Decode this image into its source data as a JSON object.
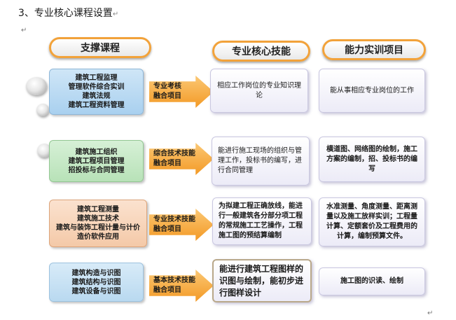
{
  "heading": "3、专业核心课程设置",
  "para_mark": "↵",
  "headers": {
    "support": "支撑课程",
    "skills": "专业核心技能",
    "projects": "能力实训项目"
  },
  "rows": [
    {
      "courses": [
        "建筑工程监理",
        "管理软件综合实训",
        "建筑法规",
        "建筑工程资料管理"
      ],
      "arrow": [
        "专业考核",
        "融合项目"
      ],
      "skill": "相应工作岗位的专业知识理论",
      "project": "能从事相应专业岗位的工作"
    },
    {
      "courses": [
        "建筑施工组织",
        "建筑工程项目管理",
        "招投标与合同管理"
      ],
      "arrow": [
        "综合技术技能",
        "融合项目"
      ],
      "skill": "能进行施工现场的组织与管理工作，投标书的编写，进行合同管理",
      "project": "横道图、网络图的绘制，施工方案的编制，招、投标书的编写"
    },
    {
      "courses": [
        "建筑工程测量",
        "建筑施工技术",
        "建筑与装饰工程计量与计价",
        "造价软件应用"
      ],
      "arrow": [
        "专业技术技能",
        "融合项目"
      ],
      "skill": "为拟建工程正确放线，能进行一般建筑各分部分项工程的常规施工工艺操作，工程施工图的预结算编制",
      "project": "水准测量、角度测量、距离测量以及施工放样实训；工程量计算、定额套价及工程费用的计算，编制预算文件。"
    },
    {
      "courses": [
        "建筑构造与识图",
        "建筑结构与识图",
        "建筑设备与识图"
      ],
      "arrow": [
        "基本技术技能",
        "融合项目"
      ],
      "skill": "能进行建筑工程图样的识图与绘制，能初步进行图样设计",
      "project": "施工图的识读、绘制"
    }
  ]
}
